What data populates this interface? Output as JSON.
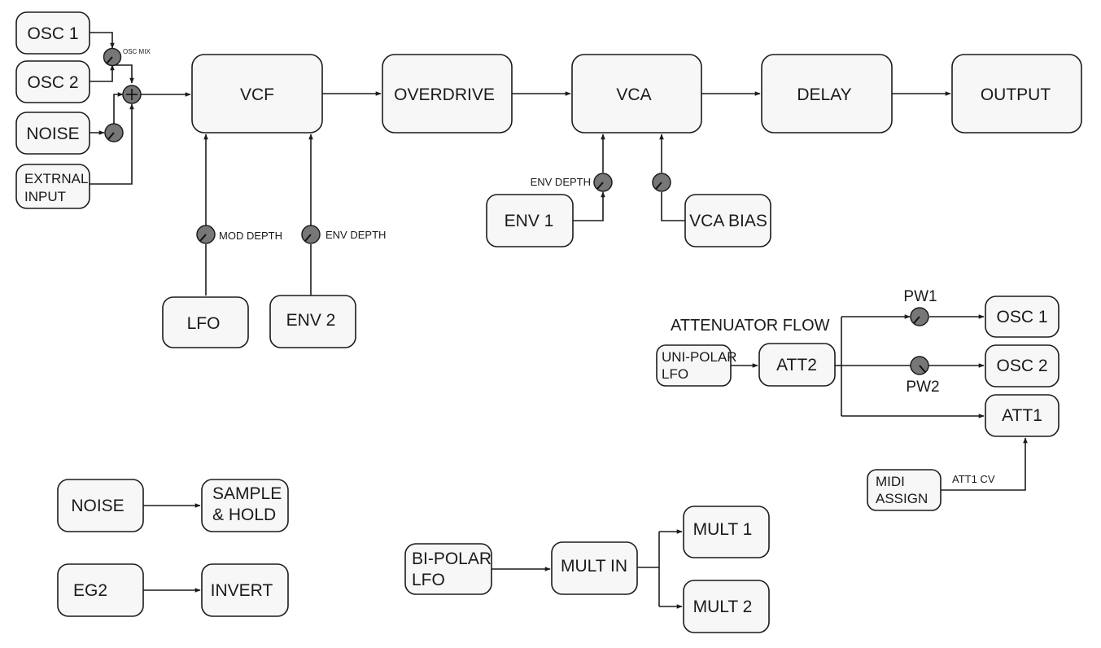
{
  "chain": {
    "osc1": "OSC 1",
    "osc2": "OSC 2",
    "noise": "NOISE",
    "external_line1": "EXTRNAL",
    "external_line2": "INPUT",
    "osc_mix": "OSC MIX",
    "vcf": "VCF",
    "overdrive": "OVERDRIVE",
    "vca": "VCA",
    "delay": "DELAY",
    "output": "OUTPUT"
  },
  "vcf_mod": {
    "mod_depth": "MOD DEPTH",
    "env_depth": "ENV DEPTH",
    "lfo": "LFO",
    "env2": "ENV 2"
  },
  "vca_mod": {
    "env_depth": "ENV DEPTH",
    "env1": "ENV 1",
    "vca_bias": "VCA BIAS"
  },
  "attenuator": {
    "title": "ATTENUATOR FLOW",
    "unipolar_line1": "UNI-POLAR",
    "unipolar_line2": "LFO",
    "att2": "ATT2",
    "pw1": "PW1",
    "pw2": "PW2",
    "osc1": "OSC 1",
    "osc2": "OSC 2",
    "att1": "ATT1",
    "midi_line1": "MIDI",
    "midi_line2": "ASSIGN",
    "att1_cv": "ATT1 CV"
  },
  "utility": {
    "noise": "NOISE",
    "sh_line1": "SAMPLE",
    "sh_line2": "& HOLD",
    "eg2": "EG2",
    "invert": "INVERT"
  },
  "mult": {
    "bipolar_line1": "BI-POLAR",
    "bipolar_line2": "LFO",
    "mult_in": "MULT IN",
    "mult1": "MULT 1",
    "mult2": "MULT 2"
  }
}
